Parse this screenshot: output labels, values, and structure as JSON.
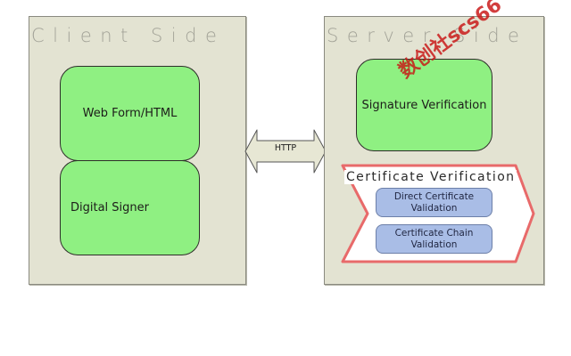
{
  "client": {
    "title": "Client Side",
    "web_form": "Web Form/HTML",
    "digital_signer": "Digital Signer"
  },
  "server": {
    "title": "Server Side",
    "signature_verification": "Signature Verification",
    "certificate_verification": {
      "label": "Certificate Verification",
      "steps": [
        "Direct Certificate Validation",
        "Certificate Chain Validation"
      ]
    }
  },
  "connection": {
    "label": "HTTP"
  },
  "watermark": "数创社scs66",
  "colors": {
    "panel": "#e3e3d2",
    "box_green": "#8ff082",
    "pill_blue": "#a9bde6",
    "cert_border": "#e86a6a",
    "arrow_fill": "#e7e7d4"
  },
  "icons": {
    "connection": "double-arrow-icon"
  }
}
